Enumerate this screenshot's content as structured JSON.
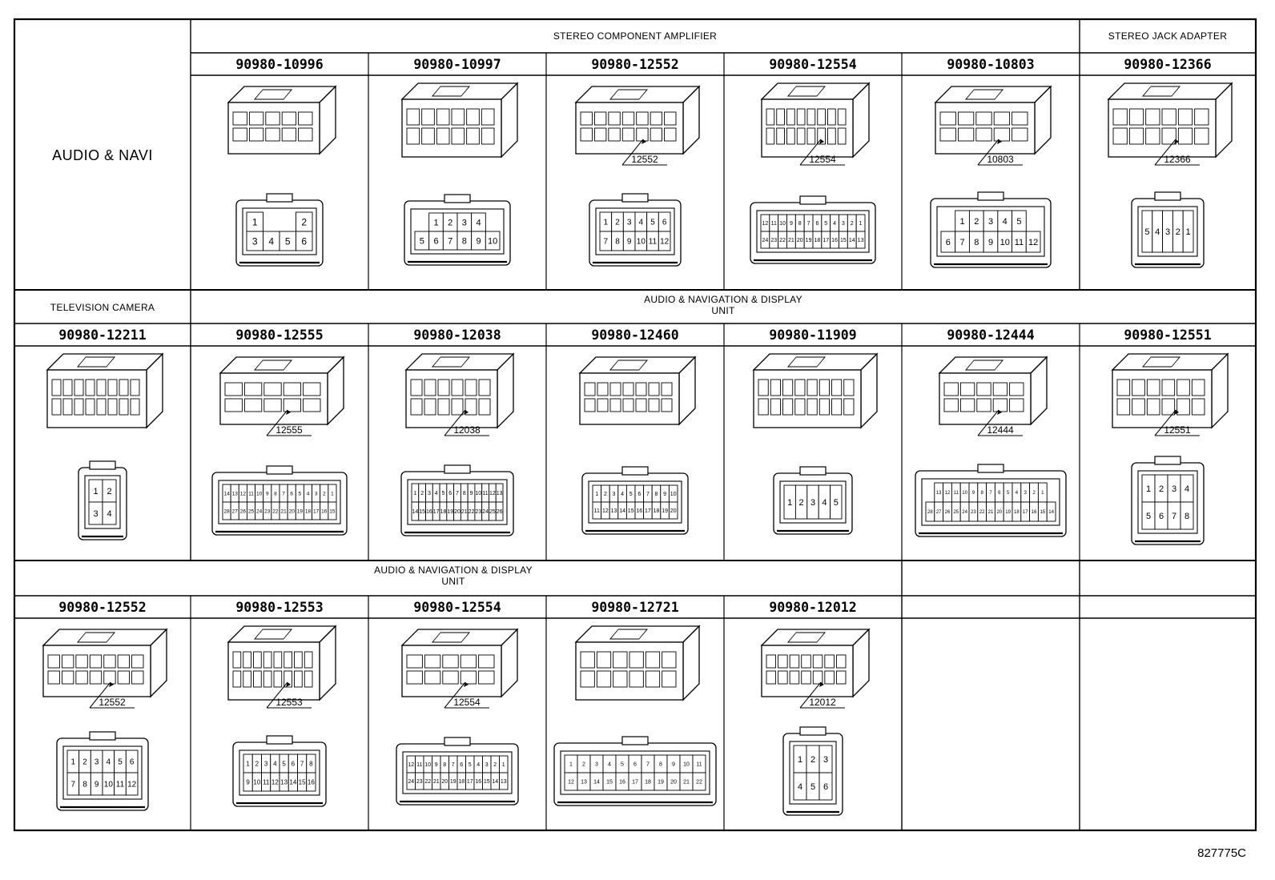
{
  "blocks": [
    {
      "headers": [
        {
          "text": "STEREO COMPONENT AMPLIFIER"
        },
        {
          "text": "STEREO JACK ADAPTER"
        }
      ],
      "side_label": "AUDIO & NAVI",
      "connectors": [
        {
          "part": "90980-10996",
          "callout": "",
          "pins": [
            "1",
            "2",
            "3",
            "4",
            "5",
            "6"
          ]
        },
        {
          "part": "90980-10997",
          "callout": "",
          "pins": [
            "1",
            "2",
            "3",
            "4",
            "5",
            "6",
            "7",
            "8",
            "9",
            "10"
          ]
        },
        {
          "part": "90980-12552",
          "callout": "12552",
          "pins": [
            "1",
            "2",
            "3",
            "4",
            "5",
            "6",
            "7",
            "8",
            "9",
            "10",
            "11",
            "12"
          ]
        },
        {
          "part": "90980-12554",
          "callout": "12554",
          "pins": [
            "12",
            "11",
            "10",
            "9",
            "8",
            "7",
            "6",
            "5",
            "4",
            "3",
            "2",
            "1",
            "24",
            "23",
            "22",
            "21",
            "20",
            "19",
            "18",
            "17",
            "16",
            "15",
            "14",
            "13"
          ]
        },
        {
          "part": "90980-10803",
          "callout": "10803",
          "pins": [
            "1",
            "2",
            "3",
            "4",
            "5",
            "6",
            "7",
            "8",
            "9",
            "10",
            "11",
            "12"
          ]
        },
        {
          "part": "90980-12366",
          "callout": "12366",
          "pins": [
            "5",
            "4",
            "3",
            "2",
            "1"
          ]
        }
      ]
    },
    {
      "headers": [
        {
          "text": "TELEVISION CAMERA"
        },
        {
          "text": "AUDIO & NAVIGATION & DISPLAY\nUNIT"
        }
      ],
      "connectors": [
        {
          "part": "90980-12211",
          "callout": "",
          "pins": [
            "1",
            "2",
            "3",
            "4"
          ]
        },
        {
          "part": "90980-12555",
          "callout": "12555",
          "pins": [
            "14",
            "13",
            "12",
            "11",
            "10",
            "9",
            "8",
            "7",
            "6",
            "5",
            "4",
            "3",
            "2",
            "1",
            "28",
            "27",
            "26",
            "25",
            "24",
            "23",
            "22",
            "21",
            "20",
            "19",
            "18",
            "17",
            "16",
            "15"
          ]
        },
        {
          "part": "90980-12038",
          "callout": "12038",
          "pins": [
            "1",
            "2",
            "3",
            "4",
            "5",
            "6",
            "7",
            "8",
            "9",
            "10",
            "11",
            "12",
            "13",
            "14",
            "15",
            "16",
            "17",
            "18",
            "19",
            "20",
            "21",
            "22",
            "23",
            "24",
            "25",
            "26"
          ]
        },
        {
          "part": "90980-12460",
          "callout": "",
          "pins": [
            "1",
            "2",
            "3",
            "4",
            "5",
            "6",
            "7",
            "8",
            "9",
            "10",
            "11",
            "12",
            "13",
            "14",
            "15",
            "16",
            "17",
            "18",
            "19",
            "20"
          ]
        },
        {
          "part": "90980-11909",
          "callout": "",
          "pins": [
            "1",
            "2",
            "3",
            "4",
            "5"
          ]
        },
        {
          "part": "90980-12444",
          "callout": "12444",
          "pins": [
            "13",
            "12",
            "11",
            "10",
            "9",
            "8",
            "7",
            "6",
            "5",
            "4",
            "3",
            "2",
            "1",
            "28",
            "27",
            "26",
            "25",
            "24",
            "23",
            "22",
            "21",
            "20",
            "19",
            "18",
            "17",
            "16",
            "15",
            "14"
          ]
        },
        {
          "part": "90980-12551",
          "callout": "12551",
          "pins": [
            "1",
            "2",
            "3",
            "4",
            "5",
            "6",
            "7",
            "8"
          ]
        }
      ]
    },
    {
      "headers": [
        {
          "text": "AUDIO & NAVIGATION & DISPLAY\nUNIT"
        }
      ],
      "connectors": [
        {
          "part": "90980-12552",
          "callout": "12552",
          "pins": [
            "1",
            "2",
            "3",
            "4",
            "5",
            "6",
            "7",
            "8",
            "9",
            "10",
            "11",
            "12"
          ]
        },
        {
          "part": "90980-12553",
          "callout": "12553",
          "pins": [
            "1",
            "2",
            "3",
            "4",
            "5",
            "6",
            "7",
            "8",
            "9",
            "10",
            "11",
            "12",
            "13",
            "14",
            "15",
            "16"
          ]
        },
        {
          "part": "90980-12554",
          "callout": "12554",
          "pins": [
            "12",
            "11",
            "10",
            "9",
            "8",
            "7",
            "6",
            "5",
            "4",
            "3",
            "2",
            "1",
            "24",
            "23",
            "22",
            "21",
            "20",
            "19",
            "18",
            "17",
            "16",
            "15",
            "14",
            "13"
          ]
        },
        {
          "part": "90980-12721",
          "callout": "",
          "pins": [
            "1",
            "2",
            "3",
            "4",
            "5",
            "6",
            "7",
            "8",
            "9",
            "10",
            "11",
            "12",
            "13",
            "14",
            "15",
            "16",
            "17",
            "18",
            "19",
            "20",
            "21",
            "22"
          ]
        },
        {
          "part": "90980-12012",
          "callout": "12012",
          "pins": [
            "1",
            "2",
            "3",
            "4",
            "5",
            "6"
          ]
        }
      ]
    }
  ],
  "footer": {
    "code": "827775C"
  },
  "colors": {
    "ink": "#000000",
    "paper": "#ffffff"
  }
}
